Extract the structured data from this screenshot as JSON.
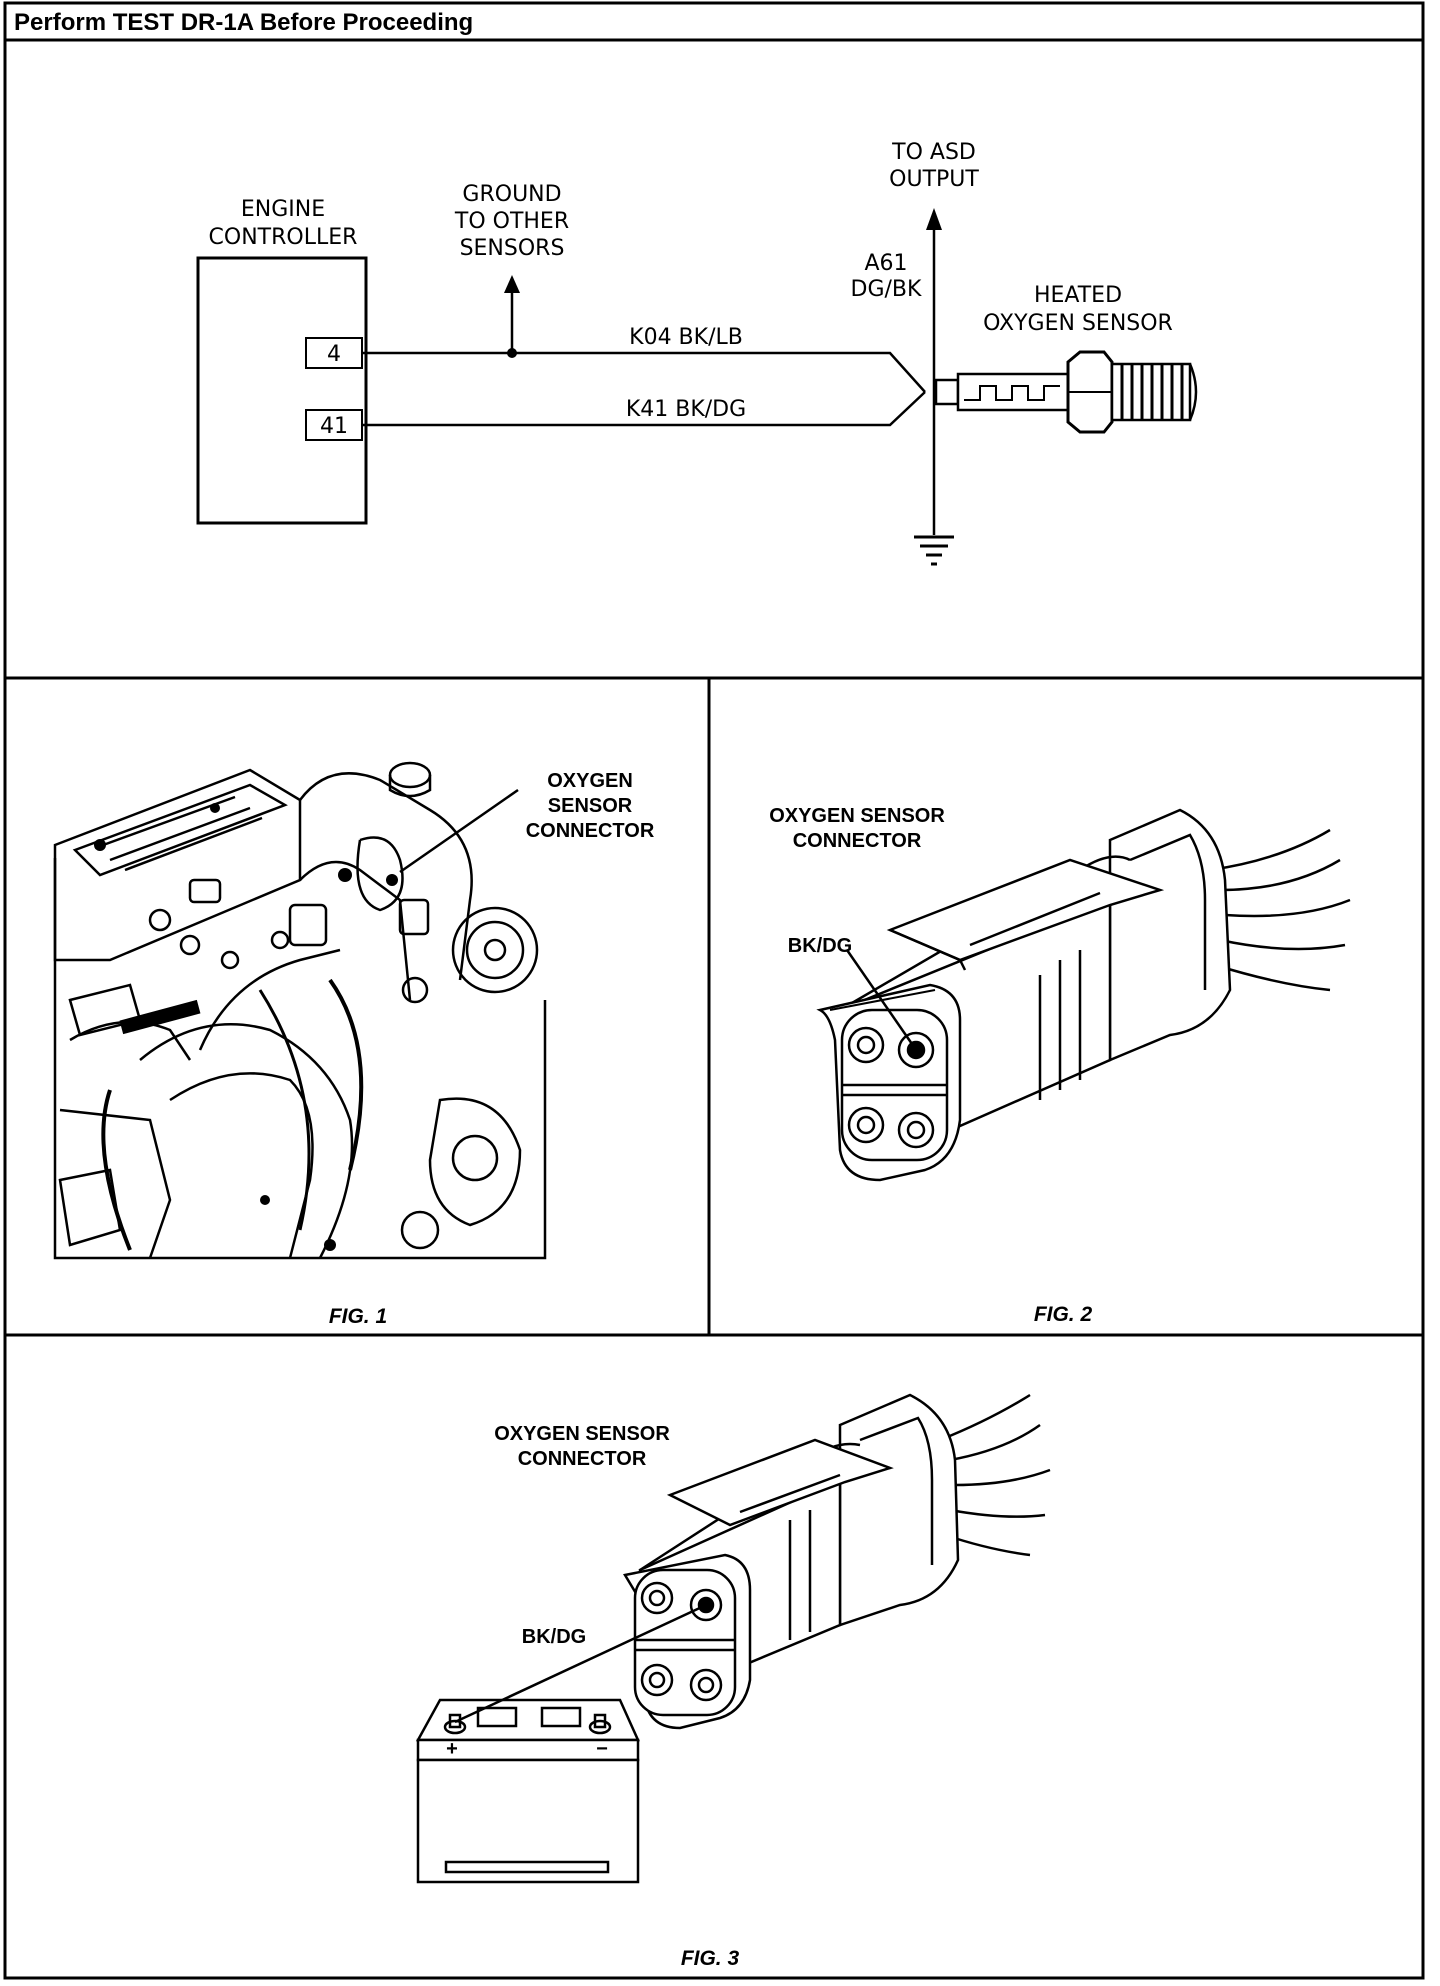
{
  "header": {
    "title": "Perform TEST DR-1A Before Proceeding"
  },
  "schematic": {
    "engine_controller": "ENGINE CONTROLLER",
    "engine_controller_line1": "ENGINE",
    "engine_controller_line2": "CONTROLLER",
    "pin_4": "4",
    "pin_41": "41",
    "ground_line1": "GROUND",
    "ground_line2": "TO OTHER",
    "ground_line3": "SENSORS",
    "asd_line1": "TO ASD",
    "asd_line2": "OUTPUT",
    "wire_a61_line1": "A61",
    "wire_a61_line2": "DG/BK",
    "wire_k04": "K04 BK/LB",
    "wire_k41": "K41 BK/DG",
    "sensor_line1": "HEATED",
    "sensor_line2": "OXYGEN SENSOR"
  },
  "fig1": {
    "callout_line1": "OXYGEN",
    "callout_line2": "SENSOR",
    "callout_line3": "CONNECTOR",
    "caption": "FIG. 1"
  },
  "fig2": {
    "callout_line1": "OXYGEN SENSOR",
    "callout_line2": "CONNECTOR",
    "pin_label": "BK/DG",
    "caption": "FIG. 2"
  },
  "fig3": {
    "callout_line1": "OXYGEN SENSOR",
    "callout_line2": "CONNECTOR",
    "pin_label": "BK/DG",
    "battery_plus": "+",
    "battery_minus": "−",
    "caption": "FIG. 3"
  }
}
